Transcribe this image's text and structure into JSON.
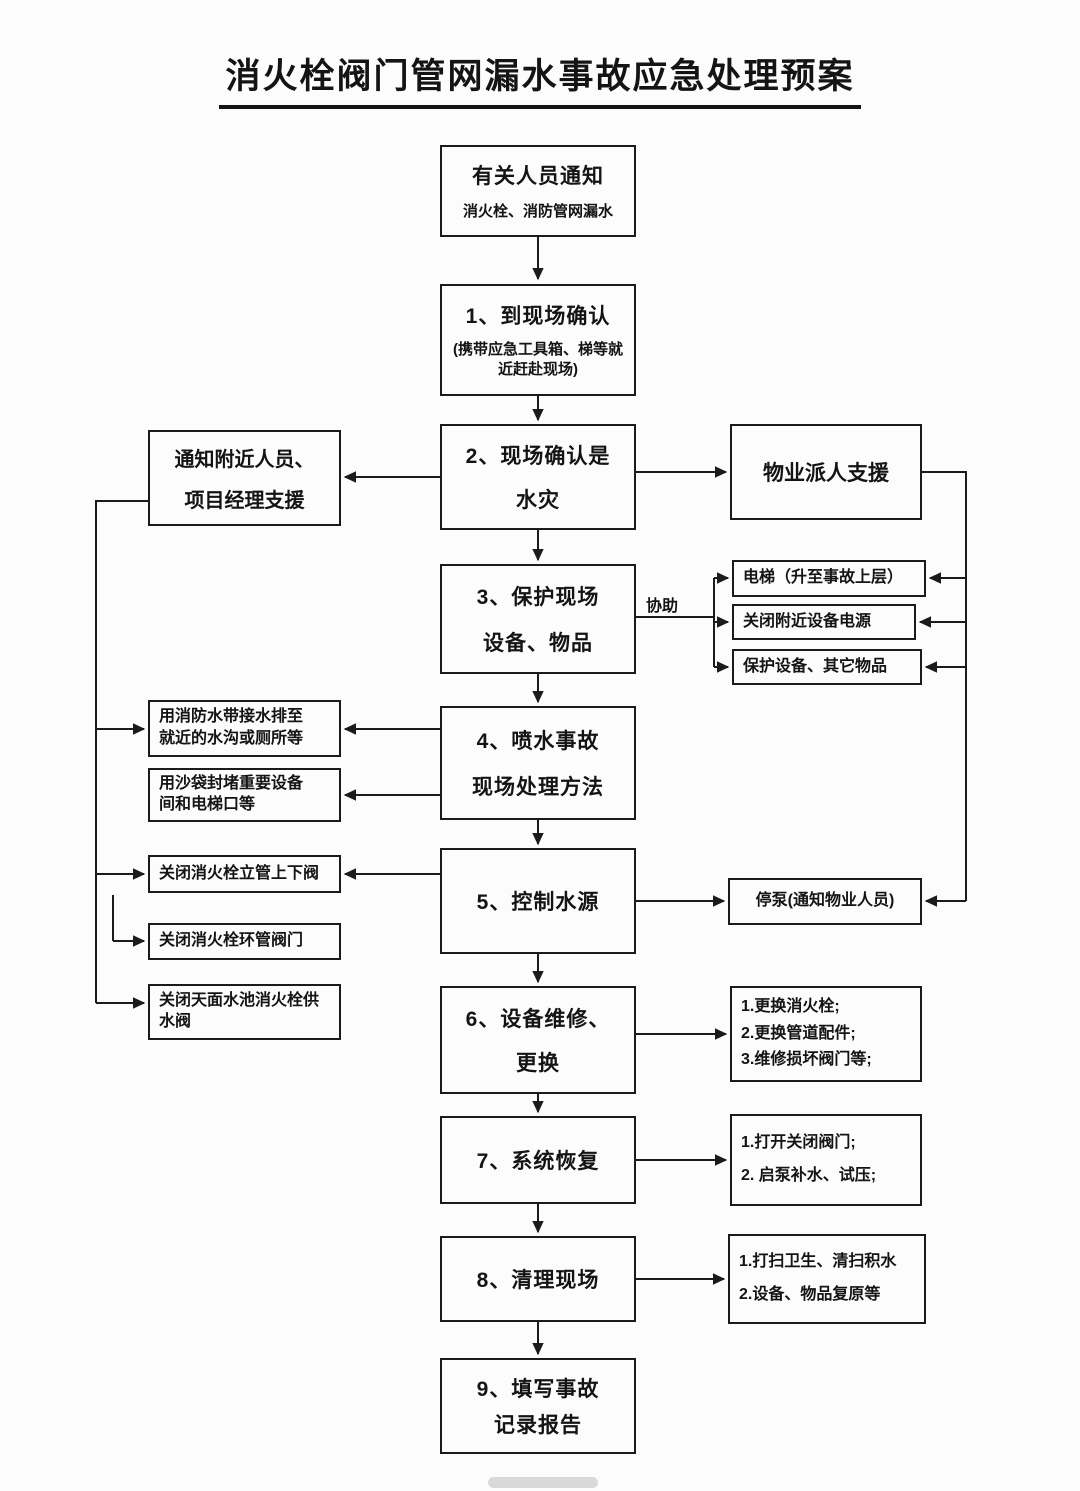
{
  "page": {
    "title": "消火栓阀门管网漏水事故应急处理预案"
  },
  "flow": {
    "start": {
      "line1": "有关人员通知",
      "line2": "消火栓、消防管网漏水"
    },
    "step1": {
      "line1": "1、到现场确认",
      "line2": "(携带应急工具箱、梯等就近赶赴现场)"
    },
    "step2": {
      "line1": "2、现场确认是",
      "line2": "水灾"
    },
    "step3": {
      "line1": "3、保护现场",
      "line2": "设备、物品"
    },
    "step4": {
      "line1": "4、喷水事故",
      "line2": "现场处理方法"
    },
    "step5": {
      "line1": "5、控制水源"
    },
    "step6": {
      "line1": "6、设备维修、",
      "line2": "更换"
    },
    "step7": {
      "line1": "7、系统恢复"
    },
    "step8": {
      "line1": "8、清理现场"
    },
    "step9": {
      "line1": "9、填写事故",
      "line2": "记录报告"
    }
  },
  "left": {
    "notify_support": {
      "line1": "通知附近人员、",
      "line2": "项目经理支援"
    },
    "hose_drain": {
      "line1": "用消防水带接水排至",
      "line2": "就近的水沟或厕所等"
    },
    "sandbag": {
      "line1": "用沙袋封堵重要设备",
      "line2": "间和电梯口等"
    },
    "close_riser": "关闭消火栓立管上下阀",
    "close_ring": "关闭消火栓环管阀门",
    "close_roof": {
      "line1": "关闭天面水池消火栓供",
      "line2": "水阀"
    }
  },
  "right": {
    "property_support": "物业派人支援",
    "elevator": "电梯（升至事故上层）",
    "power_off": "关闭附近设备电源",
    "protect_equipment": "保护设备、其它物品",
    "stop_pump": "停泵(通知物业人员)",
    "repair": {
      "items": [
        "1.更换消火栓;",
        "2.更换管道配件;",
        "3.维修损坏阀门等;"
      ]
    },
    "restore": {
      "items": [
        "1.打开关闭阀门;",
        "2. 启泵补水、试压;"
      ]
    },
    "clean": {
      "items": [
        "1.打扫卫生、清扫积水",
        "2.设备、物品复原等"
      ]
    }
  },
  "labels": {
    "assist": "协助"
  }
}
